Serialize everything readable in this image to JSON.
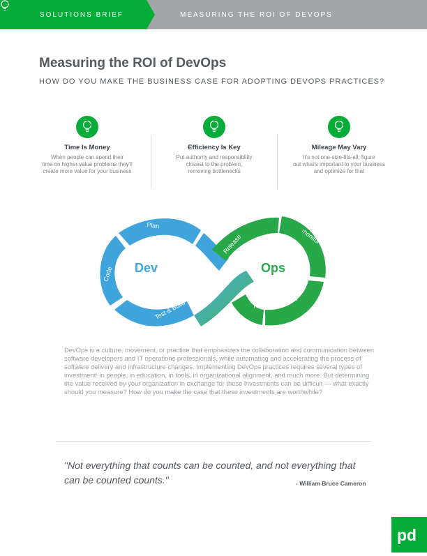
{
  "header": {
    "section_label": "SOLUTIONS BRIEF",
    "doc_label": "MEASURING THE ROI OF DEVOPS",
    "green_color": "#06ac38",
    "gray_color": "#a3a6a9"
  },
  "title": "Measuring the ROI of DevOps",
  "subtitle": "HOW DO YOU MAKE THE BUSINESS CASE FOR ADOPTING DEVOPS PRACTICES?",
  "features": [
    {
      "icon": "lightbulb-icon",
      "title": "Time Is Money",
      "lines": [
        "When people can spend their",
        "time on higher value problems they'll",
        "create more value for your business"
      ]
    },
    {
      "icon": "lightbulb-icon",
      "title": "Efficiency Is Key",
      "lines": [
        "Put authority and responsibility",
        "closest to the problem,",
        "removing bottlenecks"
      ]
    },
    {
      "icon": "lightbulb-icon",
      "title": "Mileage May Vary",
      "lines": [
        "It's not one-size-fits-all; figure",
        "out what's important to your business",
        "and optimize for that"
      ]
    }
  ],
  "diagram": {
    "dev_label": "Dev",
    "ops_label": "Ops",
    "stages": {
      "plan": "Plan",
      "code": "Code",
      "test_build": "Test & Build",
      "release": "Release",
      "monitor": "monitor",
      "respond": "respond & learn"
    },
    "dev_color": "#3fa4dc",
    "ops_color": "#29a84a"
  },
  "body": "DevOps is a culture, movement, or practice that emphasizes the collaboration and communication between software developers and IT operations professionals, while automating and accelerating the process of software delivery and infrastructure changes. Implementing DevOps practices requires several types of investment: in people, in education, in tools, in organizational alignment, and much more. But determining the value received by your organization in exchange for these investments can be difficult — what exactly should you measure? How do you make the case that these investments are worthwhile?",
  "quote": {
    "line1": "\"Not everything that counts can be counted, and not everything that",
    "line2": "can be counted counts.\"",
    "author": "- William Bruce Cameron"
  },
  "logo_text": "pd"
}
